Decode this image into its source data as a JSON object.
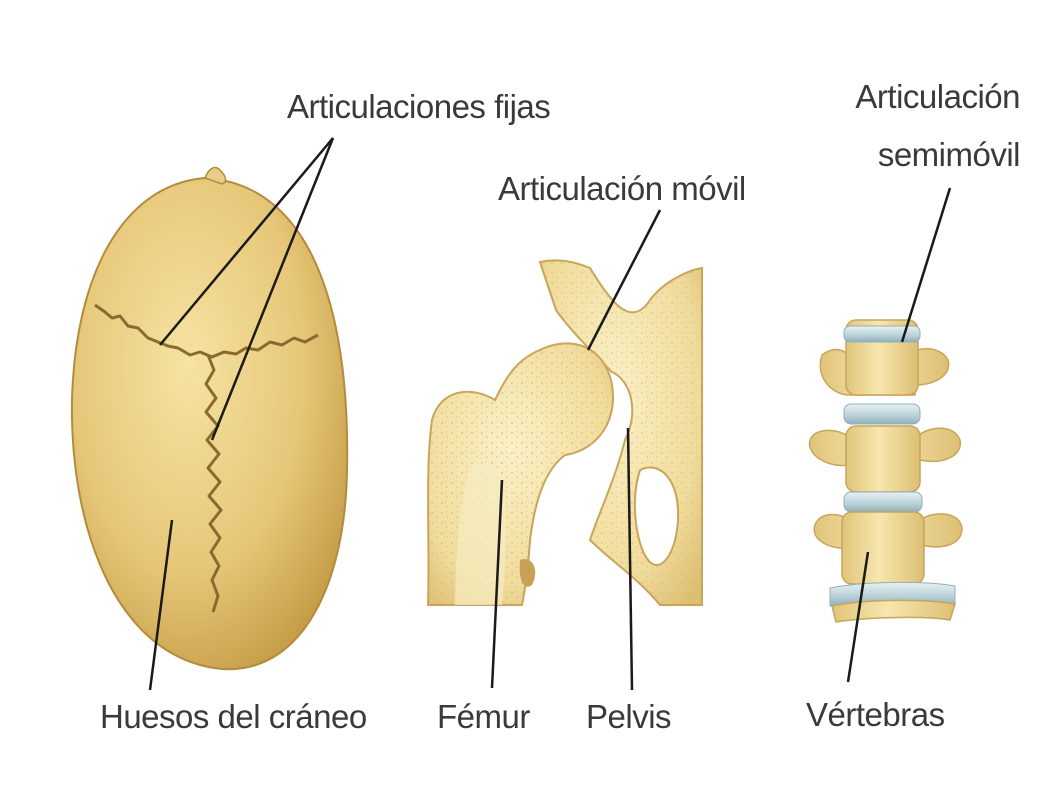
{
  "labels": {
    "fixed_joints": "Articulaciones fijas",
    "movable_joint": "Articulación móvil",
    "semi_movable_line1": "Articulación",
    "semi_movable_line2": "semimóvil",
    "skull_bones": "Huesos del cráneo",
    "femur": "Fémur",
    "pelvis": "Pelvis",
    "vertebrae": "Vértebras"
  },
  "colors": {
    "bone": "#ecd48c",
    "bone_shadow": "#c9a04a",
    "bone_light": "#f7ebb8",
    "suture": "#9a7a3a",
    "disc": "#c9dde2",
    "line": "#1a1a1a",
    "text": "#3a3a3a"
  }
}
